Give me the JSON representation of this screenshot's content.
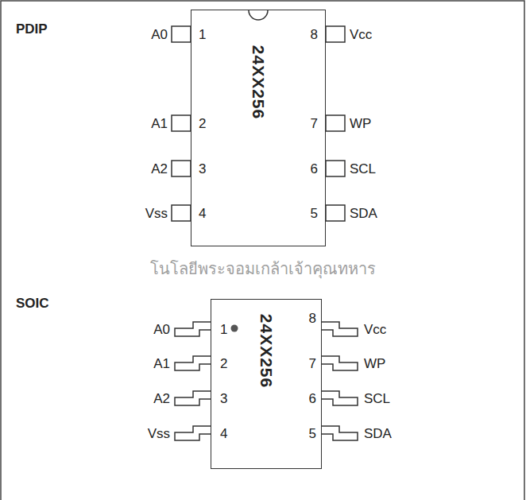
{
  "diagram": {
    "nodes": [
      {
        "text": [
          "24XX256"
        ]
      },
      {
        "text": [
          "24XX256"
        ]
      }
    ],
    "labels": [
      "PDIP",
      "A0",
      "1",
      "8",
      "Vcc",
      "A1",
      "2",
      "7",
      "WP",
      "A2",
      "3",
      "6",
      "SCL",
      "Vss",
      "4",
      "5",
      "SDA",
      "โนโลยีพระจอมเกล้าเจ้าคุณทหาร",
      "SOIC",
      "A0",
      "1",
      "8",
      "Vcc",
      "A1",
      "2",
      "7",
      "WP",
      "A2",
      "3",
      "6",
      "SCL",
      "Vss",
      "4",
      "5",
      "SDA"
    ]
  }
}
